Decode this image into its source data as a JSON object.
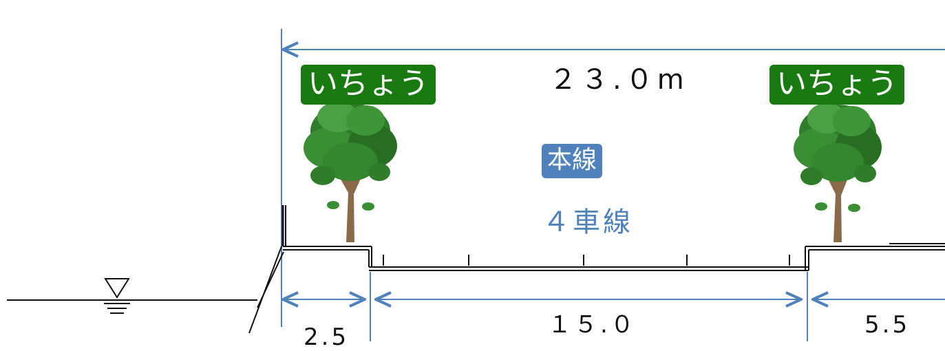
{
  "diagram": {
    "total_width_label": "２３.０m",
    "tree_left_label": "いちょう",
    "tree_right_label": "いちょう",
    "mainline_badge": "本線",
    "lanes_label": "４車線",
    "dim_left": "2.5",
    "dim_center": "１５.０",
    "dim_right": "5.5",
    "colors": {
      "dimension_line": "#4f81bd",
      "tree_badge": "#1a7a12",
      "mainline_badge": "#4f81bd",
      "lanes_text": "#4f81bd"
    }
  }
}
